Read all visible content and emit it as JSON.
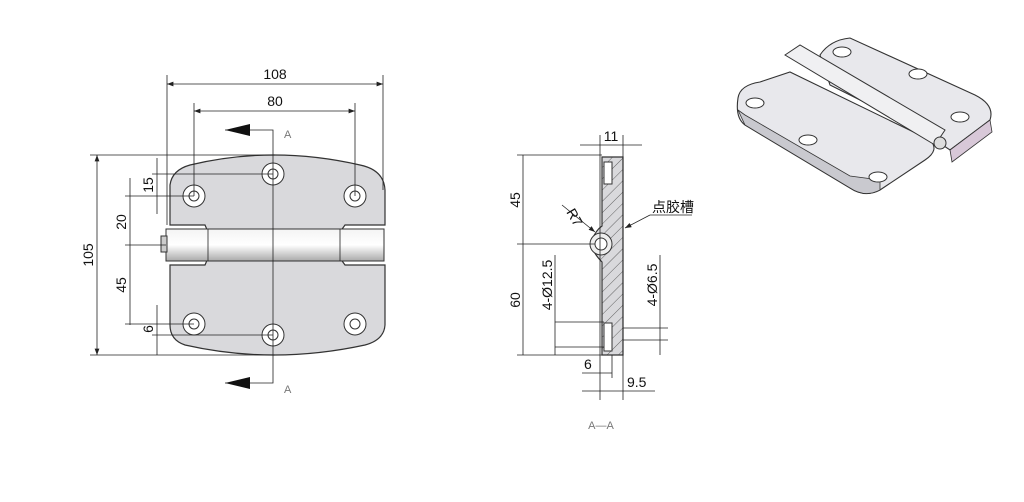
{
  "front_view": {
    "dims": {
      "width_overall": "108",
      "hole_span": "80",
      "height_overall": "105",
      "top_offset": "15",
      "pin_offset": "20",
      "lower_span": "45",
      "bottom_offset": "6"
    },
    "section_marker": "A"
  },
  "section_view": {
    "dims": {
      "thickness": "11",
      "upper": "45",
      "lower": "60",
      "radius": "R7",
      "hole_large": "4-Ø12.5",
      "hole_small": "4-Ø6.5",
      "plate": "6",
      "depth": "9.5"
    },
    "glue_groove_label": "点胶槽",
    "title": "A—A"
  },
  "colors": {
    "part_fill": "#d9d9dc",
    "line": "#222222"
  }
}
